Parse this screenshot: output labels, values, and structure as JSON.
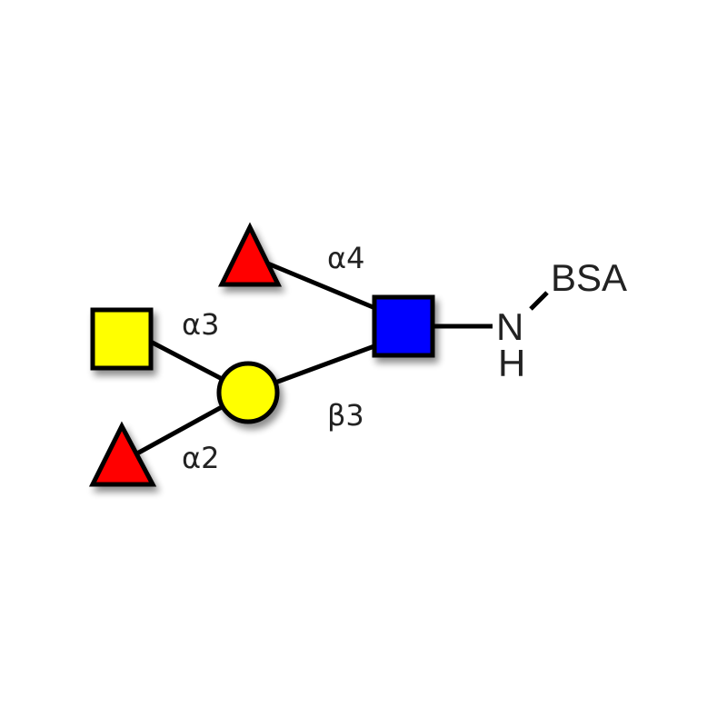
{
  "diagram": {
    "linkages": {
      "fuc_top": "α4",
      "gal_sq": "α3",
      "fuc_bottom": "α2",
      "gal_to_glcnac": "β3"
    },
    "aglycone": {
      "n": "N",
      "h": "H",
      "carrier": "BSA"
    },
    "colors": {
      "fucose": "#ff0000",
      "galnac": "#ffff00",
      "galactose": "#ffff00",
      "glcnac": "#0000ff"
    }
  }
}
